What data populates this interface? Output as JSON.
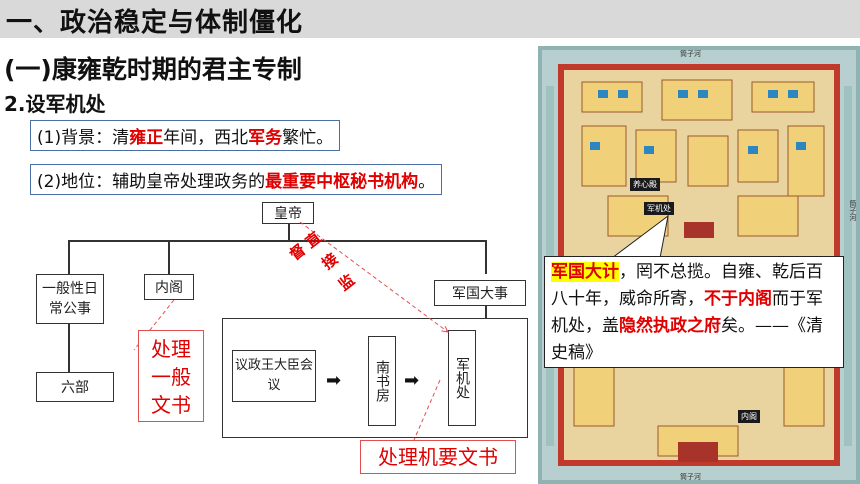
{
  "title": "一、政治稳定与体制僵化",
  "subtitle": "(一)康雍乾时期的君主专制",
  "section": "2.设军机处",
  "background": {
    "label": "(1)背景：清",
    "yongzheng": "雍正",
    "mid": "年间，西北",
    "war": "军务",
    "end": "繁忙。"
  },
  "status": {
    "label": "(2)地位：辅助皇帝处理政务的",
    "highlight": "最重要中枢秘书机构",
    "end": "。"
  },
  "chart": {
    "emperor": "皇帝",
    "daily": "一般性日常公事",
    "cabinet": "内阁",
    "military_state": "军国大事",
    "six_ministries": "六部",
    "council": "议政王大臣会议",
    "south_study": "南书房",
    "grand_council": "军机处",
    "direct_control": "直接监督",
    "handle_general": "处理一般文书",
    "handle_secret": "处理机要文书"
  },
  "map": {
    "top_gate": "筒子河",
    "bottom_gate": "筒子河",
    "side_moat": "筒子河",
    "yangxin": "养心殿",
    "junjichu": "军机处",
    "neige": "内阁"
  },
  "quote": {
    "part1": "军国大计",
    "part2": "，罔不总揽。自雍、乾后百八十年，威命所寄，",
    "part3": "不于内阁",
    "part4": "而于军机处，盖",
    "part5": "隐然执政之府",
    "part6": "矣。——《清史稿》"
  },
  "colors": {
    "accent_red": "#e00000",
    "highlight_yellow": "#ffff00",
    "box_blue": "#4a6fa5"
  }
}
